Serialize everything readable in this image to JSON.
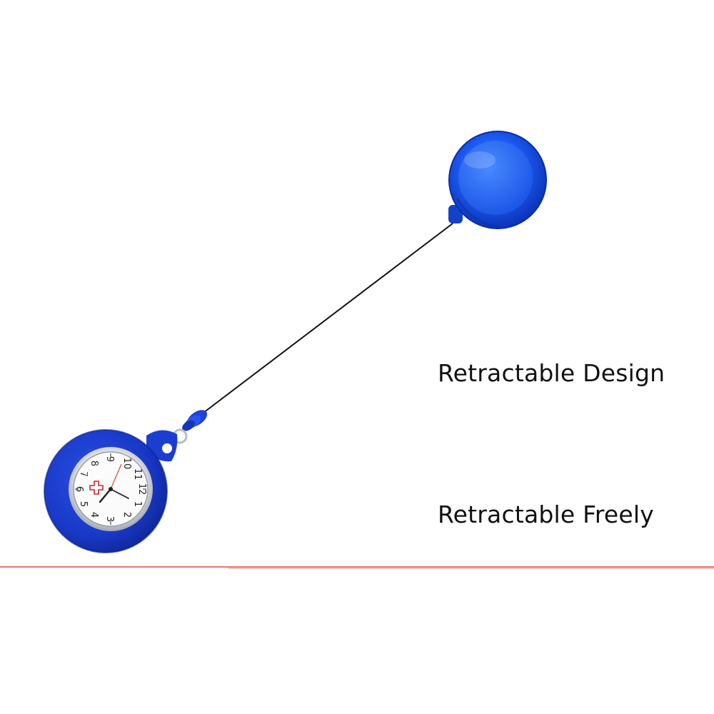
{
  "captions": {
    "primary": "Retractable Design",
    "secondary": "Retractable Freely"
  },
  "product": {
    "icon": "retractable-fob-watch",
    "watch_numerals": [
      "12",
      "1",
      "2",
      "3",
      "4",
      "5",
      "6",
      "7",
      "8",
      "9",
      "10",
      "11"
    ]
  },
  "colors": {
    "product_blue": "#1b3fd0",
    "divider": "#e87a72"
  }
}
